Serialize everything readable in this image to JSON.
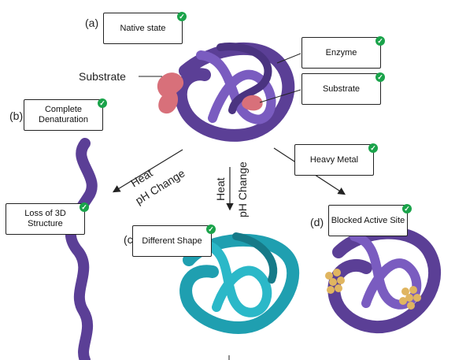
{
  "labels": {
    "native_state": "Native state",
    "enzyme": "Enzyme",
    "substrate_box": "Substrate",
    "complete_denaturation": "Complete Denaturation",
    "loss_3d": "Loss of 3D Structure",
    "different_shape": "Different Shape",
    "heavy_metal": "Heavy Metal",
    "blocked_active_site": "Blocked Active Site"
  },
  "letters": {
    "a": "(a)",
    "b": "(b)",
    "c": "(c)",
    "d": "(d)"
  },
  "substrate_text": "Substrate",
  "arrow_texts": {
    "heat": "Heat",
    "ph": "pH Change"
  },
  "colors": {
    "protein_purple": "#5b3f96",
    "protein_teal": "#1f9fb0",
    "substrate_pink": "#d8707a",
    "metal_gold": "#e0b560",
    "check_green": "#1aa34a"
  },
  "icons": {
    "check": "check-icon"
  }
}
